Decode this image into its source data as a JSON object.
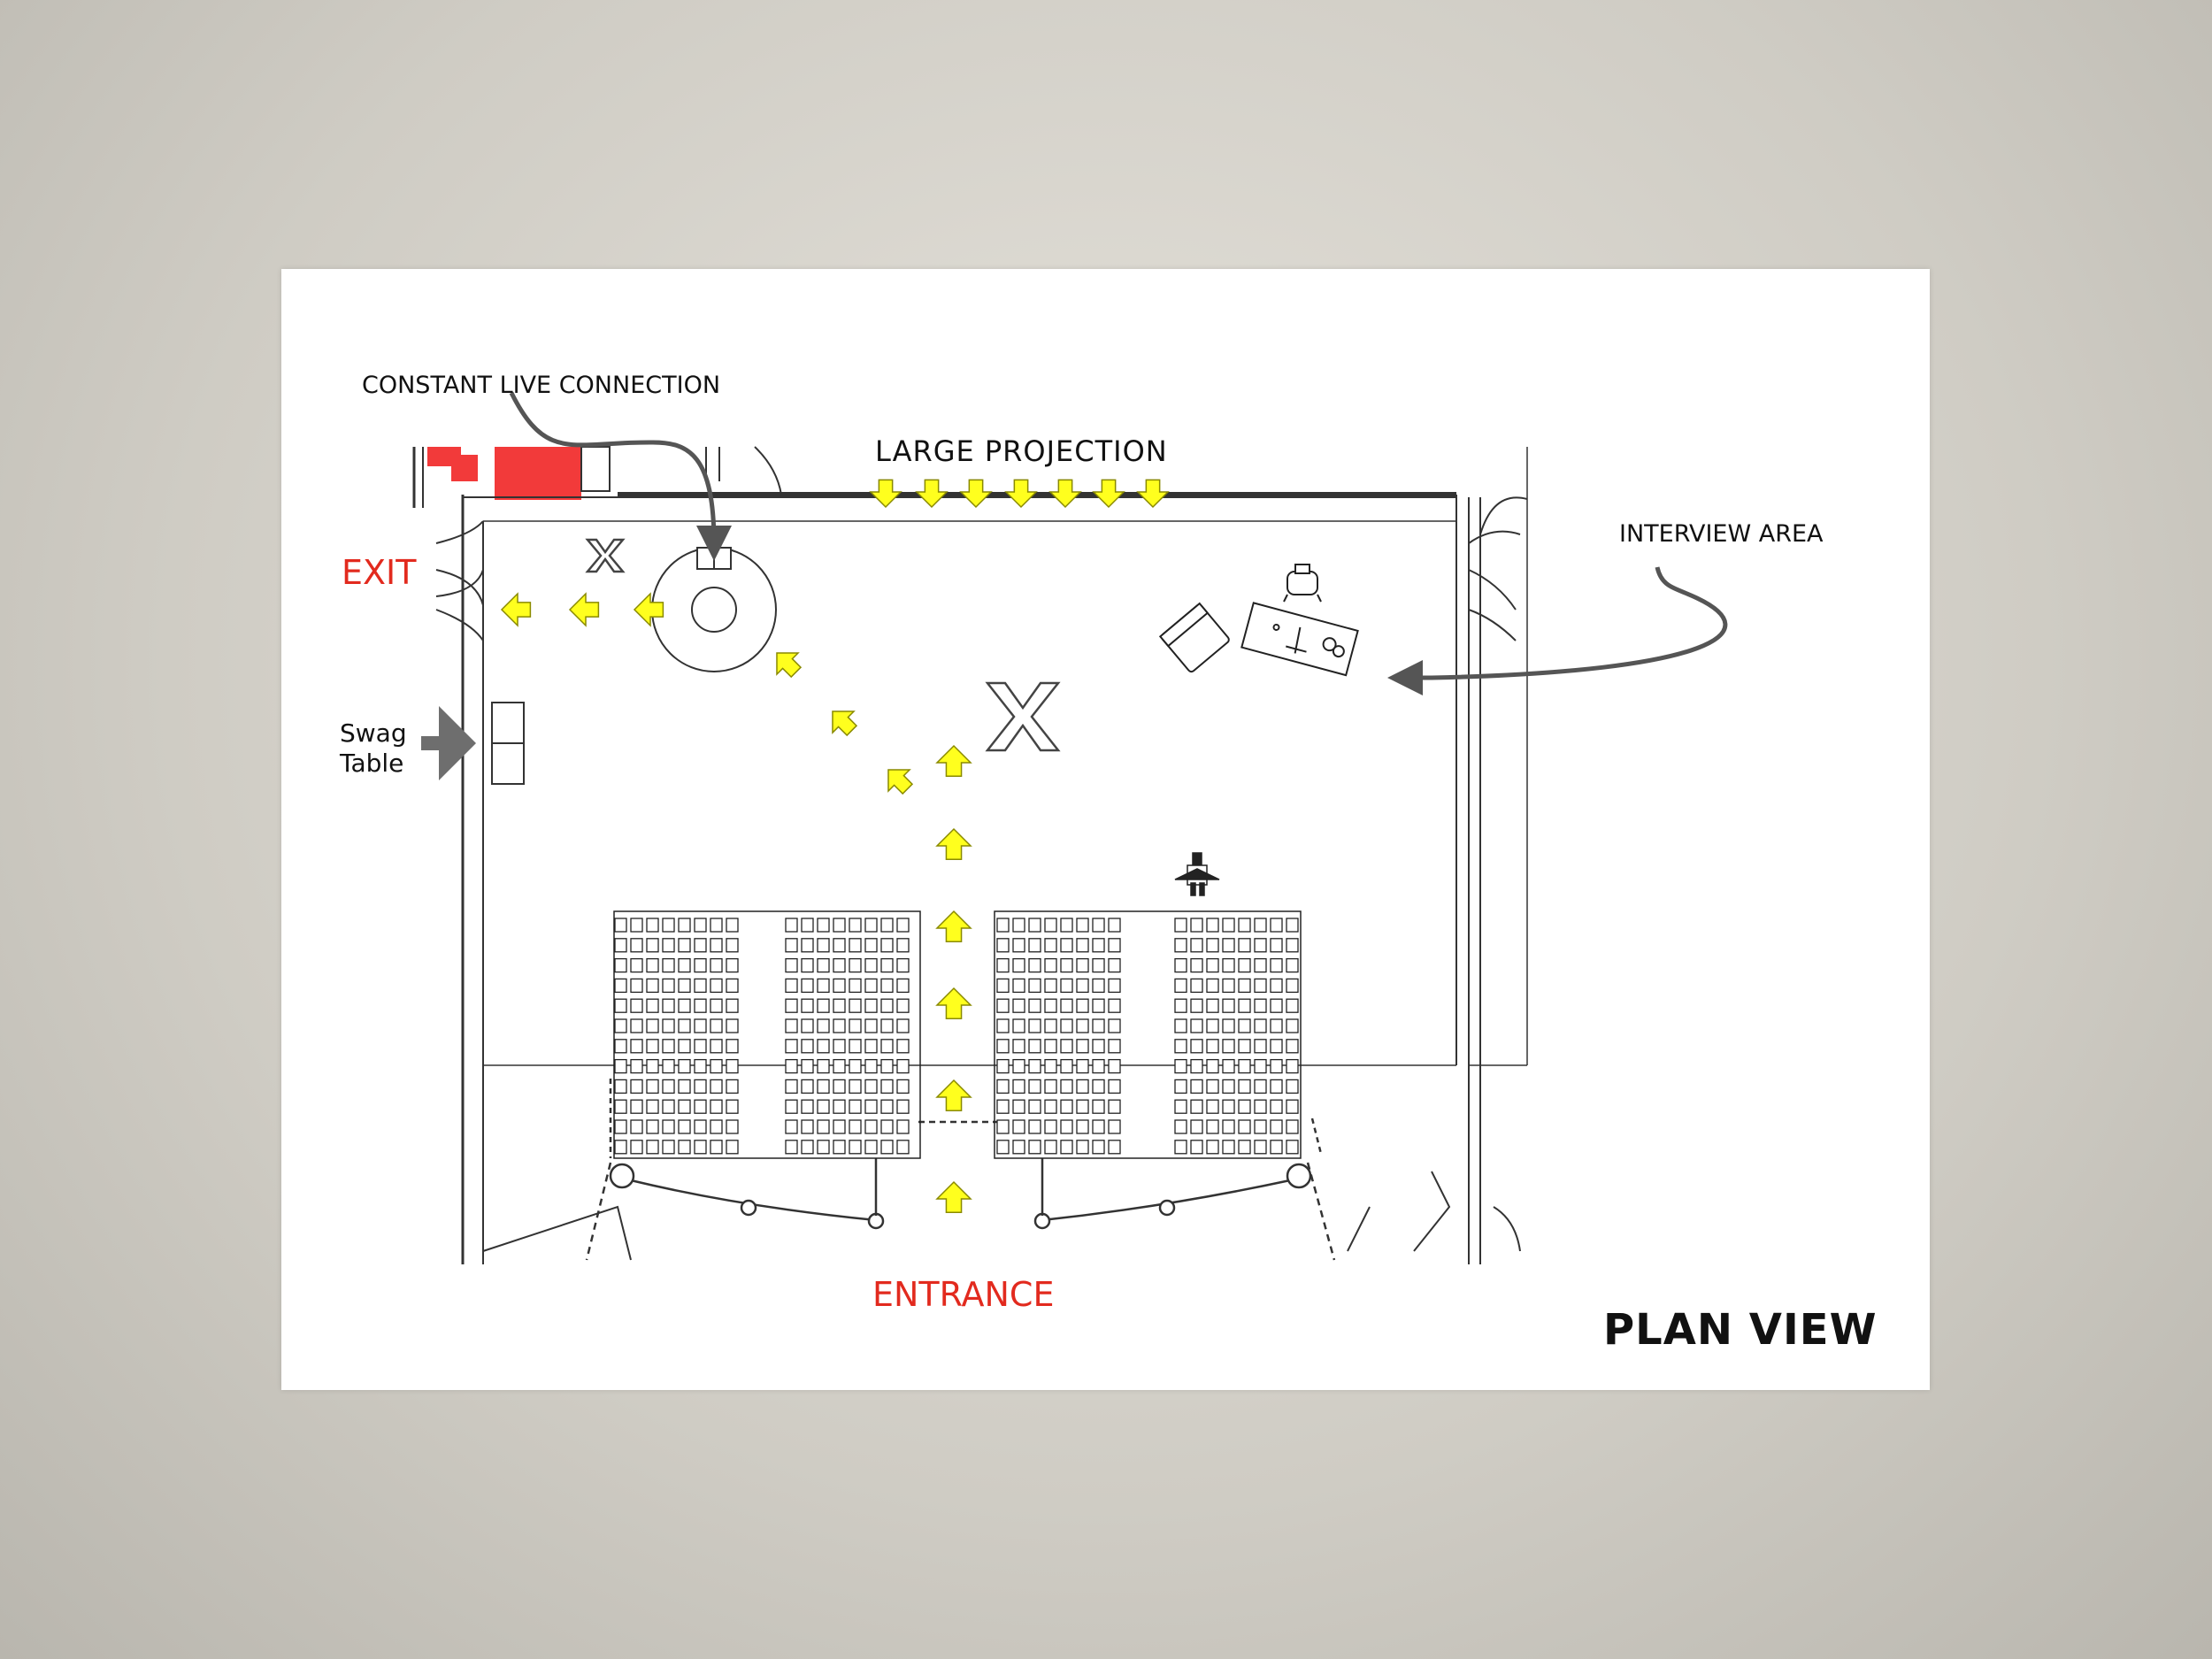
{
  "sheet": {
    "title": "PLAN VIEW",
    "labels": {
      "constant_live_connection": "CONSTANT LIVE CONNECTION",
      "large_projection": "LARGE PROJECTION",
      "interview_area": "INTERVIEW AREA",
      "exit": "EXIT",
      "swag_table_line1": "Swag",
      "swag_table_line2": "Table",
      "entrance": "ENTRANCE"
    },
    "colors": {
      "wayfinding_arrow": "#ffff1e",
      "arrow_outline": "#8a8a00",
      "exit_entrance_text": "#e22a1e",
      "wall_red": "#f23a3a",
      "annotation_arrow": "#555555",
      "linework": "#333333"
    },
    "icons": [
      "camera-marker-x",
      "pointer-arrow",
      "projection-arrow",
      "person-figure",
      "chair-icon",
      "table-icon"
    ]
  }
}
